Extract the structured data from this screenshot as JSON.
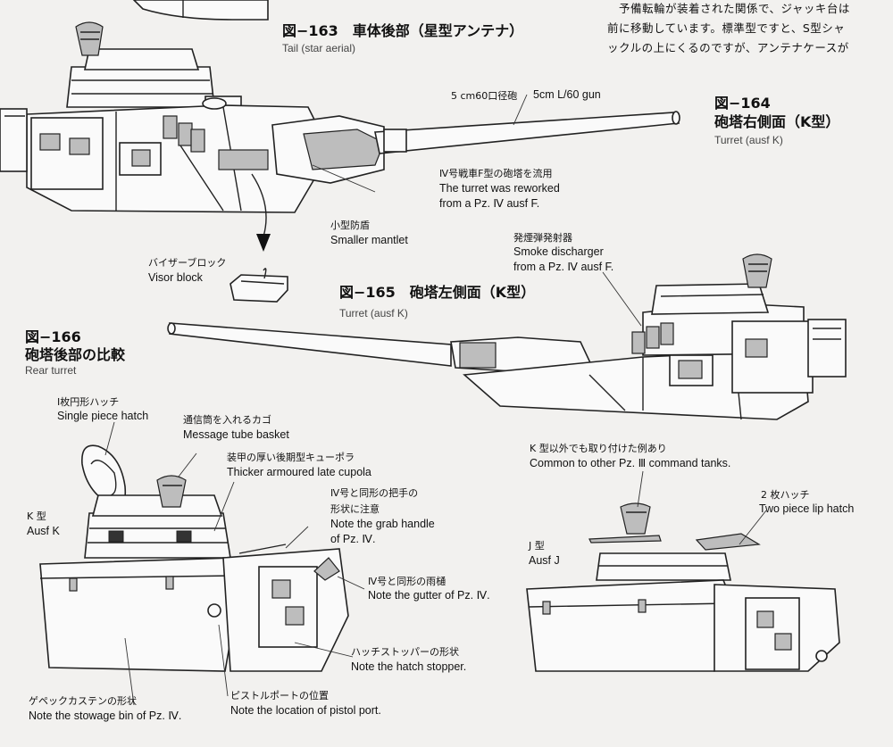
{
  "header": {
    "intro_line1": "予備転輪が装着された関係で、ジャッキ台は",
    "intro_line2": "前に移動しています。標準型ですと、S型シャ",
    "intro_line3": "ックルの上にくるのですが、アンテナケースが"
  },
  "figures": {
    "fig163": {
      "title": "図−163　車体後部（星型アンテナ）",
      "subtitle": "Tail (star aerial)"
    },
    "fig164": {
      "title_num": "図−164",
      "title": "砲塔右側面（K型）",
      "subtitle": "Turret (ausf K)"
    },
    "fig165": {
      "title": "図−165　砲塔左側面（K型）",
      "subtitle": "Turret (ausf K)"
    },
    "fig166": {
      "title_num": "図−166",
      "title": "砲塔後部の比較",
      "subtitle": "Rear turret"
    }
  },
  "labels": {
    "gun": {
      "jp": "5 cm60口径砲",
      "en": "5cm L/60 gun"
    },
    "turret_reworked": {
      "jp": "Ⅳ号戦車F型の砲塔を流用",
      "en1": "The turret was reworked",
      "en2": "from a Pz. Ⅳ ausf F."
    },
    "mantlet": {
      "jp": "小型防盾",
      "en": "Smaller mantlet"
    },
    "visor": {
      "jp": "バイザーブロック",
      "en": "Visor block"
    },
    "smoke": {
      "jp": "発煙弾発射器",
      "en1": "Smoke discharger",
      "en2": "from a Pz. Ⅳ ausf F."
    },
    "hatch": {
      "jp": "Ⅰ枚円形ハッチ",
      "en": "Single piece hatch"
    },
    "basket": {
      "jp": "通信筒を入れるカゴ",
      "en": "Message tube basket"
    },
    "cupola": {
      "jp": "装甲の厚い後期型キューポラ",
      "en": "Thicker armoured late cupola"
    },
    "grab": {
      "jp1": "Ⅳ号と同形の把手の",
      "jp2": "形状に注意",
      "en1": "Note the grab handle",
      "en2": "of Pz. Ⅳ."
    },
    "gutter": {
      "jp": "Ⅳ号と同形の雨樋",
      "en": "Note the gutter of Pz. Ⅳ."
    },
    "stopper": {
      "jp": "ハッチストッパーの形状",
      "en": "Note the hatch stopper."
    },
    "stowage": {
      "jp": "ゲペックカステンの形状",
      "en": "Note the stowage bin of Pz. Ⅳ."
    },
    "pistol": {
      "jp": "ピストルポートの位置",
      "en": "Note the location of pistol port."
    },
    "ausf_k": {
      "jp": "K 型",
      "en": "Ausf K"
    },
    "ausf_j": {
      "jp": "J 型",
      "en": "Ausf J"
    },
    "common": {
      "jp": "K 型以外でも取り付けた例あり",
      "en": "Common to other Pz. Ⅲ command tanks."
    },
    "lip_hatch": {
      "jp": "2 枚ハッチ",
      "en": "Two piece lip hatch"
    }
  }
}
